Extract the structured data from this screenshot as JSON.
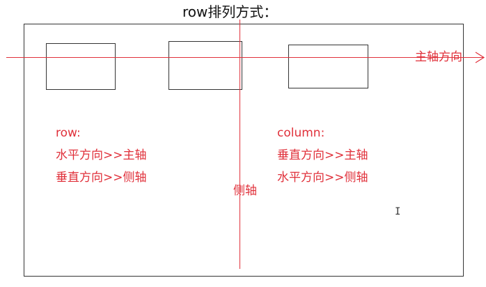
{
  "title": "row排列方式：",
  "main_axis_label": "主轴方向",
  "cross_axis_label": "侧轴",
  "row": {
    "name": "row:",
    "line1": "水平方向>>主轴",
    "line2": "垂直方向>>侧轴"
  },
  "column": {
    "name": "column:",
    "line1": "垂直方向>>主轴",
    "line2": "水平方向>>侧轴"
  },
  "colors": {
    "annotation": "#e0303a",
    "outline": "#333333"
  }
}
